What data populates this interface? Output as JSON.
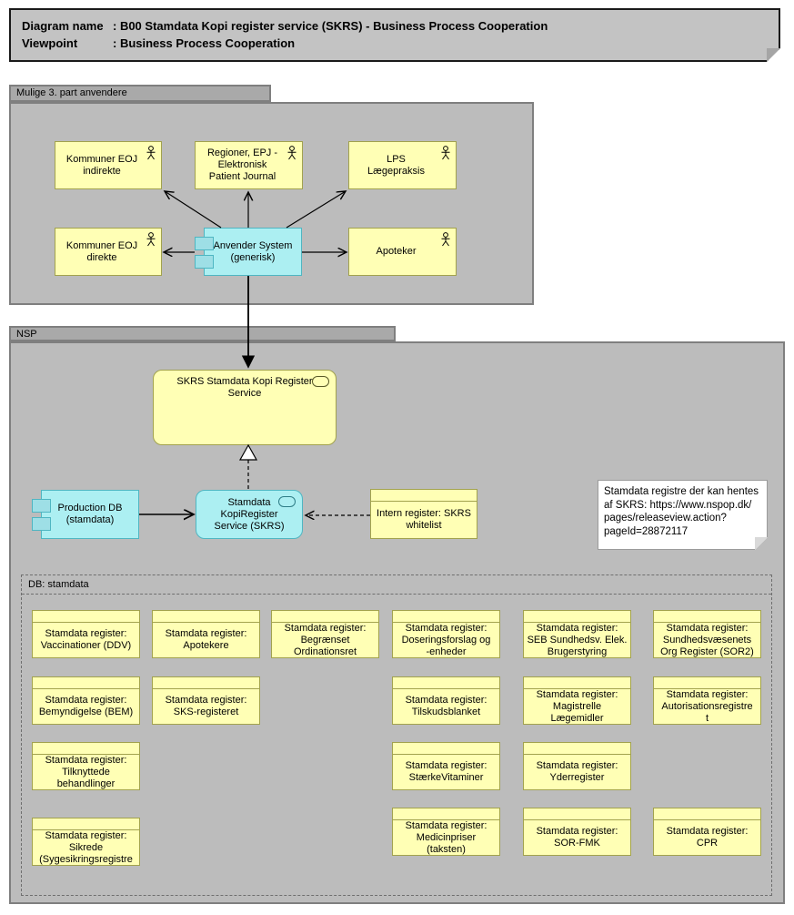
{
  "colors": {
    "element_yellow": "#FFFFB5",
    "element_yellow_border": "#A2A24E",
    "element_cyan": "#ACEFF2",
    "element_cyan_border": "#4FB6C2",
    "group_gray": "#BCBCBC",
    "group_tab_gray": "#A9A9A9",
    "title_gray": "#C3C3C3"
  },
  "title_note": {
    "lines": [
      {
        "label": "Diagram name",
        "value": ": B00 Stamdata Kopi register service (SKRS) - Business Process Cooperation"
      },
      {
        "label": "Viewpoint",
        "value": ": Business Process Cooperation"
      }
    ]
  },
  "third_party": {
    "label": "Mulige 3. part anvendere",
    "actors": [
      {
        "label": "Kommuner EOJ\nindirekte"
      },
      {
        "label": "Regioner, EPJ -\nElektronisk\nPatient Journal"
      },
      {
        "label": "LPS\nLægepraksis"
      },
      {
        "label": "Kommuner EOJ\ndirekte"
      },
      {
        "label": "Apoteker"
      }
    ],
    "application": {
      "label": "Anvender System\n(generisk)"
    }
  },
  "nsp": {
    "label": "NSP",
    "skrs_service": {
      "label": "SKRS Stamdata Kopi Register\nService"
    },
    "production_db": {
      "label": "Production DB\n(stamdata)"
    },
    "kopiregister_service": {
      "label": "Stamdata\nKopiRegister\nService (SKRS)"
    },
    "intern_register": {
      "label": "Intern register: SKRS\nwhitelist"
    },
    "note": {
      "text": "Stamdata registre der kan hentes\naf SKRS: https://www.nspop.dk/\npages/releaseview.action?\npageId=28872117"
    },
    "db_group": {
      "label": "DB: stamdata",
      "registers": [
        {
          "label": "Stamdata register:\nVaccinationer (DDV)"
        },
        {
          "label": "Stamdata register:\nApotekere"
        },
        {
          "label": "Stamdata register:\nBegrænset\nOrdinationsret"
        },
        {
          "label": "Stamdata register:\nDoseringsforslag og\n-enheder"
        },
        {
          "label": "Stamdata register:\nSEB Sundhedsv. Elek.\nBrugerstyring"
        },
        {
          "label": "Stamdata register:\nSundhedsvæsenets\nOrg Register (SOR2)"
        },
        {
          "label": "Stamdata register:\nBemyndigelse (BEM)"
        },
        {
          "label": "Stamdata register:\nSKS-registeret"
        },
        {
          "label": "Stamdata register:\nTilskudsblanket"
        },
        {
          "label": "Stamdata register:\nMagistrelle\nLægemidler"
        },
        {
          "label": "Stamdata register:\nAutorisationsregistre\nt"
        },
        {
          "label": "Stamdata register:\nTilknyttede\nbehandlinger"
        },
        {
          "label": "Stamdata register:\nStærkeVitaminer"
        },
        {
          "label": "Stamdata register:\nYderregister"
        },
        {
          "label": "Stamdata register:\nSikrede\n(Sygesikringsregistre"
        },
        {
          "label": "Stamdata register:\nMedicinpriser\n(taksten)"
        },
        {
          "label": "Stamdata register:\nSOR-FMK"
        },
        {
          "label": "Stamdata register:\nCPR"
        }
      ]
    }
  }
}
